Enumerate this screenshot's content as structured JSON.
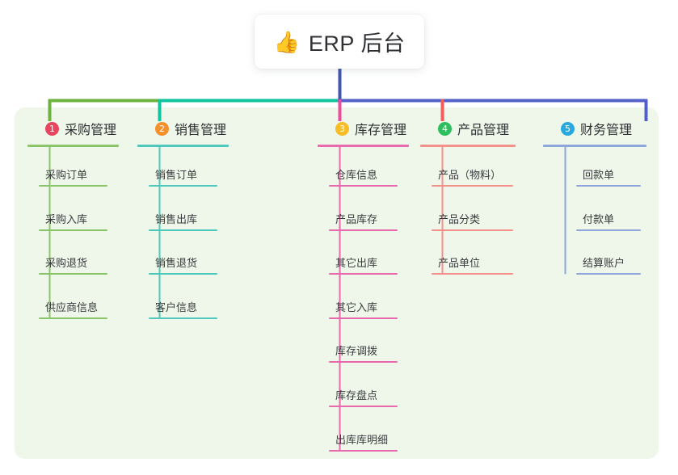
{
  "root": {
    "emoji": "👍",
    "emoji_name": "thumbs-up-icon",
    "title": "ERP 后台"
  },
  "colors": {
    "panel_bg": "#eef7ea",
    "card_bg": "#ffffff",
    "text": "#2f3033",
    "root_connector": "#4055b4",
    "branch_green": "#6cb33f",
    "branch_teal": "#11c4a0",
    "branch_pink": "#ea4d9b",
    "branch_red": "#f35d5d",
    "branch_blue": "#5260c8",
    "leaf_green": "#8cc46a",
    "leaf_teal": "#4fc9bb",
    "leaf_pink": "#e86aad",
    "leaf_red": "#f5918d",
    "leaf_blue": "#8fa6dd",
    "badge_1": "#e8455f",
    "badge_2": "#f5902b",
    "badge_3": "#f7bc26",
    "badge_4": "#2fbe5e",
    "badge_5": "#29a9e0"
  },
  "branches": [
    {
      "index": "1",
      "label": "采购管理",
      "badge_color": "#e8455f",
      "rule_color": "#8cc46a",
      "line_color": "#6cb33f",
      "leaves": [
        "采购订单",
        "采购入库",
        "采购退货",
        "供应商信息"
      ]
    },
    {
      "index": "2",
      "label": "销售管理",
      "badge_color": "#f5902b",
      "rule_color": "#4fc9bb",
      "line_color": "#11c4a0",
      "leaves": [
        "销售订单",
        "销售出库",
        "销售退货",
        "客户信息"
      ]
    },
    {
      "index": "3",
      "label": "库存管理",
      "badge_color": "#f7bc26",
      "rule_color": "#e86aad",
      "line_color": "#ea4d9b",
      "leaves": [
        "仓库信息",
        "产品库存",
        "其它出库",
        "其它入库",
        "库存调拨",
        "库存盘点",
        "出库库明细"
      ]
    },
    {
      "index": "4",
      "label": "产品管理",
      "badge_color": "#2fbe5e",
      "rule_color": "#f5918d",
      "line_color": "#f35d5d",
      "leaves": [
        "产品（物料）",
        "产品分类",
        "产品单位"
      ]
    },
    {
      "index": "5",
      "label": "财务管理",
      "badge_color": "#29a9e0",
      "rule_color": "#8fa6dd",
      "line_color": "#5260c8",
      "leaves": [
        "回款单",
        "付款单",
        "结算账户"
      ]
    }
  ]
}
